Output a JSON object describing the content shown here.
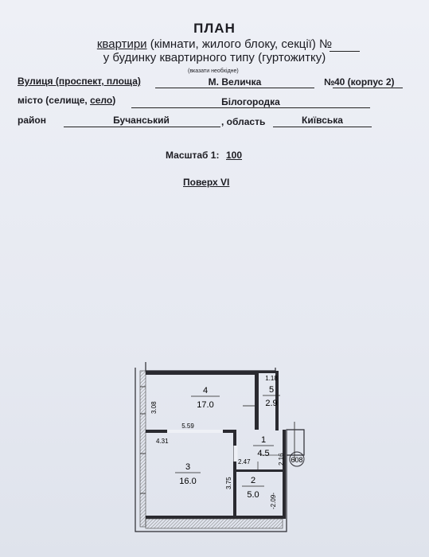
{
  "header": {
    "title": "ПЛАН",
    "line1_underlined": "квартири",
    "line1_rest": " (кімнати, жилого блоку, секції) №",
    "line2": "у будинку квартирного типу (гуртожитку)",
    "note": "(вказати необхідне)"
  },
  "address": {
    "street_label": "Вулиця (проспект, площа)",
    "street_value": "М. Величка",
    "number_label": "№",
    "number_value": "40 (корпус 2)",
    "city_label_a": "місто (селище, ",
    "city_label_b": "село",
    "city_label_c": ")",
    "city_value": "Білогородка",
    "district_label": "район",
    "district_value": "Бучанський",
    "region_label": ", область",
    "region_value": "Київська"
  },
  "scale": {
    "label": "Масштаб 1:",
    "value": "100"
  },
  "floor": {
    "label": "Поверх VI"
  },
  "plan": {
    "rooms": [
      {
        "number": "4",
        "area": "17.0"
      },
      {
        "number": "5",
        "area": "2.9"
      },
      {
        "number": "1",
        "area": "4.5"
      },
      {
        "number": "3",
        "area": "16.0"
      },
      {
        "number": "2",
        "area": "5.0"
      }
    ],
    "dimensions": {
      "d_308": "3.08",
      "d_118": "1.18",
      "d_559": "5.59",
      "d_431": "4.31",
      "d_247": "2.47",
      "d_216": "2.16",
      "d_375": "3.75",
      "d_209": "-2.09-"
    },
    "marker": "608"
  }
}
